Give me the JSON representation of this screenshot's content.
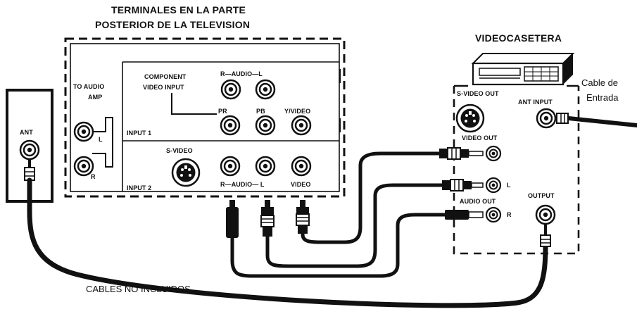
{
  "tv": {
    "title_line1": "TERMINALES EN LA PARTE",
    "title_line2": "POSTERIOR DE LA TELEVISION",
    "to_audio_amp_line1": "TO AUDIO",
    "to_audio_amp_line2": "AMP",
    "l_label": "L",
    "r_label": "R",
    "component_line1": "COMPONENT",
    "component_line2": "VIDEO INPUT",
    "input1_audio_label": "R—AUDIO—L",
    "pr_label": "PR",
    "pb_label": "PB",
    "yvideo_label": "Y/VIDEO",
    "input1_label": "INPUT 1",
    "svideo_label": "S-VIDEO",
    "input2_audio_label": "R—AUDIO— L",
    "video_label": "VIDEO",
    "input2_label": "INPUT 2"
  },
  "antenna": {
    "label": "ANT"
  },
  "vcr": {
    "title": "VIDEOCASETERA",
    "svideo_out": "S-VIDEO OUT",
    "ant_input": "ANT INPUT",
    "video_out": "VIDEO OUT",
    "l_label": "L",
    "audio_out": "AUDIO OUT",
    "r_label": "R",
    "output": "OUTPUT"
  },
  "cable_in": {
    "line1": "Cable de",
    "line2": "Entrada"
  },
  "footer": {
    "cables_note": "CABLES NO INCLUIDOS"
  },
  "colors": {
    "ink": "#111111",
    "background": "#ffffff"
  },
  "icons": [
    "rca-jack-icon",
    "s-video-jack-icon",
    "coax-jack-icon",
    "vcr-icon",
    "rca-plug-icon",
    "coax-plug-icon"
  ]
}
